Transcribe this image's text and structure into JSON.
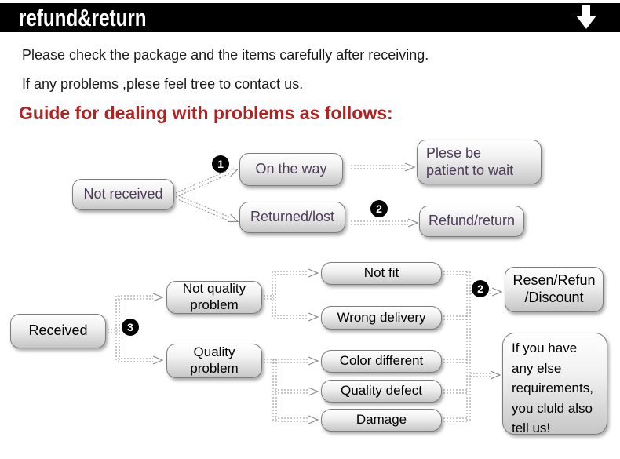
{
  "header": {
    "title": "refund&return",
    "arrow_icon": "down-arrow"
  },
  "intro": {
    "line1": "Please check the package and the items carefully after receiving.",
    "line2": "If any problems ,plese feel tree to contact us.",
    "heading": "Guide for dealing with problems as follows:"
  },
  "colors": {
    "banner": "#000000",
    "heading_red": "#b22222",
    "flow1_text_purple": "#4e3a59",
    "flow2_text_black": "#000000",
    "node_border_gray": "#7c7c7c"
  },
  "flow1": {
    "not_received": "Not received",
    "badge1": "1",
    "on_the_way": "On the way",
    "plese_wait": "Plese be\npatient to wait",
    "returned_lost": "Returned/lost",
    "badge2": "2",
    "refund_return": "Refund/return"
  },
  "flow2": {
    "received": "Received",
    "badge3": "3",
    "not_quality": "Not quality\nproblem",
    "quality": "Quality\nproblem",
    "not_fit": "Not fit",
    "wrong_delivery": "Wrong delivery",
    "color_different": "Color different",
    "quality_defect": "Quality defect",
    "damage": "Damage",
    "badge2": "2",
    "result": "Resen/Refun\n/Discount",
    "note": "If you have\nany else\nrequirements,\nyou cluld also\ntell us!"
  }
}
